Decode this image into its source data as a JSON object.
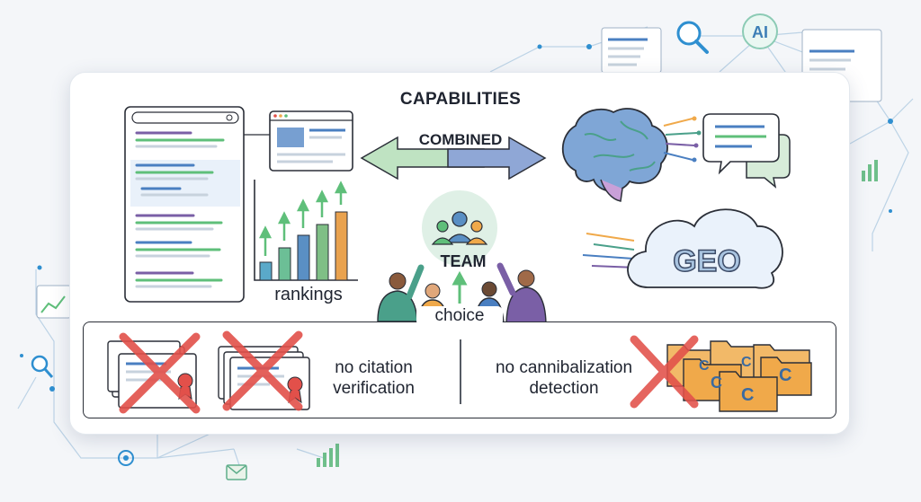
{
  "title": "CAPABILITIES",
  "arrow_label": "COMBINED",
  "chart_label": "rankings",
  "team_label": "TEAM",
  "choice_label": "choice",
  "geo_label": "GEO",
  "ai_label": "AI",
  "limit_left": "no citation verification",
  "limit_right": "no cannibalization detection",
  "folder_letter": "C",
  "colors": {
    "blue": "#4a7fc1",
    "green": "#5fbf7a",
    "purple": "#7a5fa6",
    "orange": "#f0a94a",
    "red": "#e2504a",
    "teal": "#3aa7a0"
  }
}
